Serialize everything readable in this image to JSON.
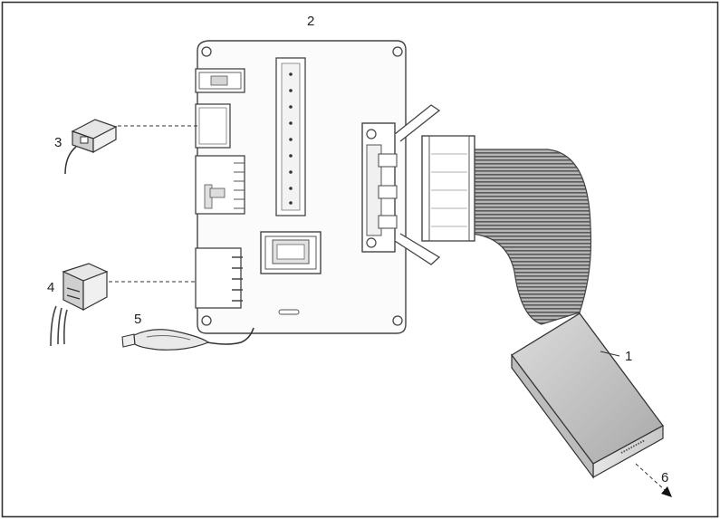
{
  "figure": {
    "callouts": {
      "c1": "1",
      "c2": "2",
      "c3": "3",
      "c4": "4",
      "c5": "5",
      "c6": "6"
    }
  }
}
